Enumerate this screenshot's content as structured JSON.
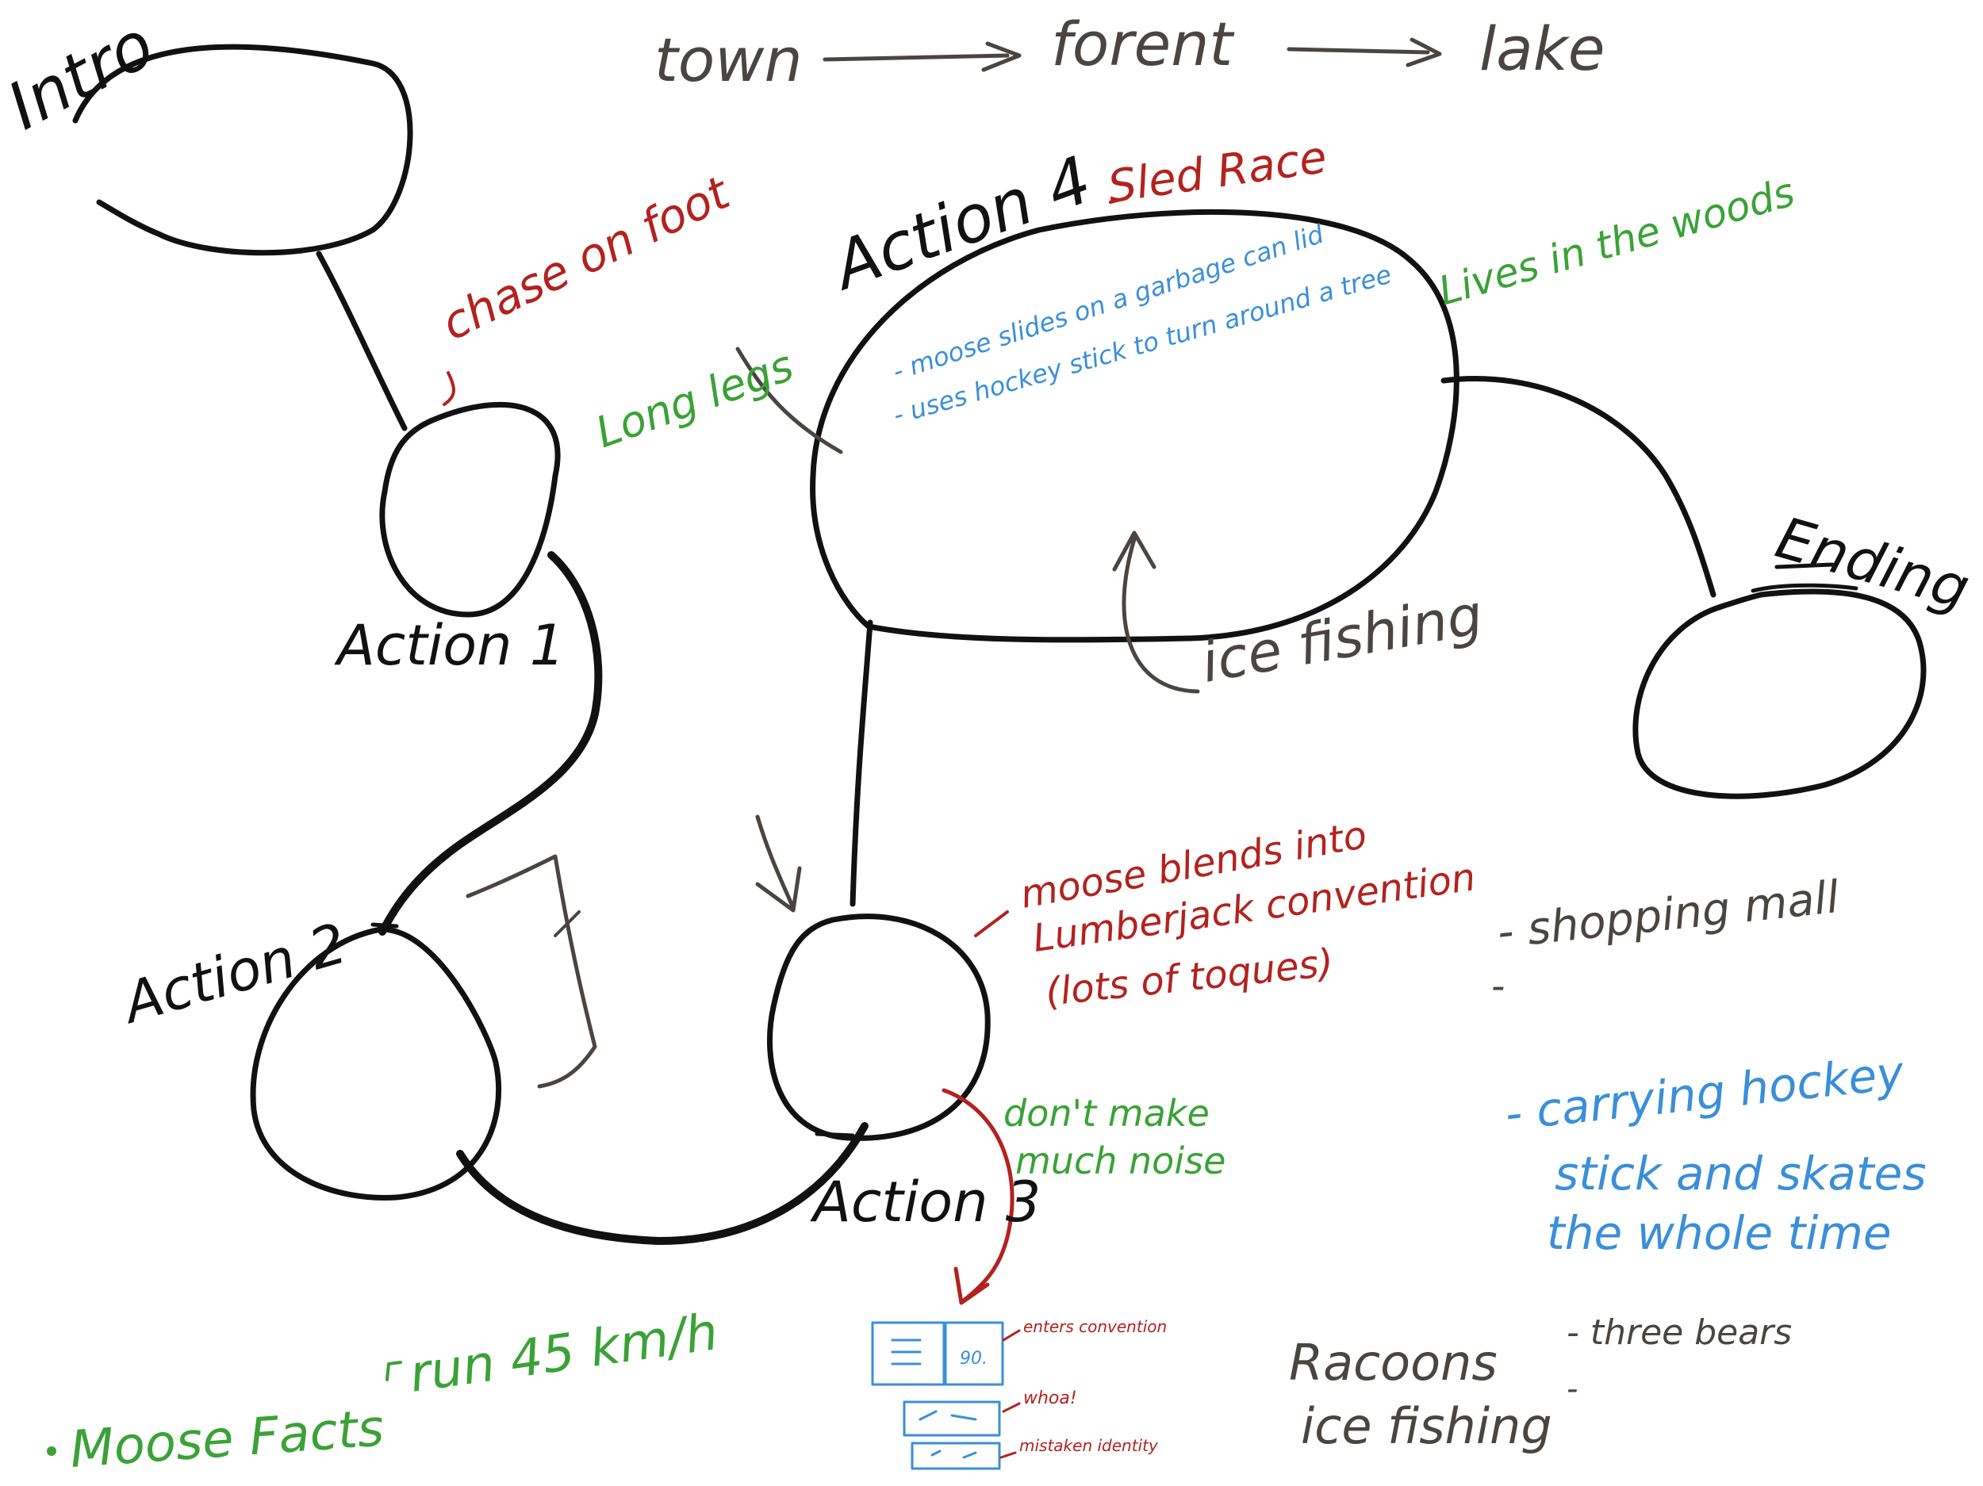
{
  "colors": {
    "ink": "#111111",
    "gray": "#4a4540",
    "red": "#b3221e",
    "green": "#3aa236",
    "blue": "#3a8fd8"
  },
  "header": {
    "town": "town",
    "forest": "forent",
    "lake": "lake"
  },
  "nodes": {
    "intro": "Intro",
    "action1": "Action 1",
    "action2": "Action 2",
    "action3": "Action 3",
    "action4": "Action 4",
    "ending": "Ending"
  },
  "notes": {
    "chase_on_foot": "chase on foot",
    "long_legs": "Long legs",
    "sled_race": "Sled Race",
    "action4_line1": "- moose slides on a garbage can lid",
    "action4_line2": "- uses hockey stick to turn around a tree",
    "lives_in_woods": "Lives in the woods",
    "ice_fishing": "ice fishing",
    "action3_red_line1": "moose blends into",
    "action3_red_line2": "Lumberjack convention",
    "action3_red_line3": "(lots of toques)",
    "dont_make_noise_line1": "don't make",
    "dont_make_noise_line2": "much noise",
    "run_speed": "run 45 km/h",
    "moose_facts": "Moose Facts",
    "shopping_mall": "- shopping mall",
    "dash_empty_1": "-",
    "carrying_line1": "- carrying hockey",
    "carrying_line2": "stick and skates",
    "carrying_line3": "the whole time",
    "raccoons_line1": "Racoons",
    "raccoons_line2": "ice fishing",
    "three_bears": "- three bears",
    "dash_empty_2": "-"
  },
  "storyboard": {
    "panel_text": "90.",
    "caption1": "enters convention",
    "caption2": "whoa!",
    "caption3": "mistaken identity"
  }
}
